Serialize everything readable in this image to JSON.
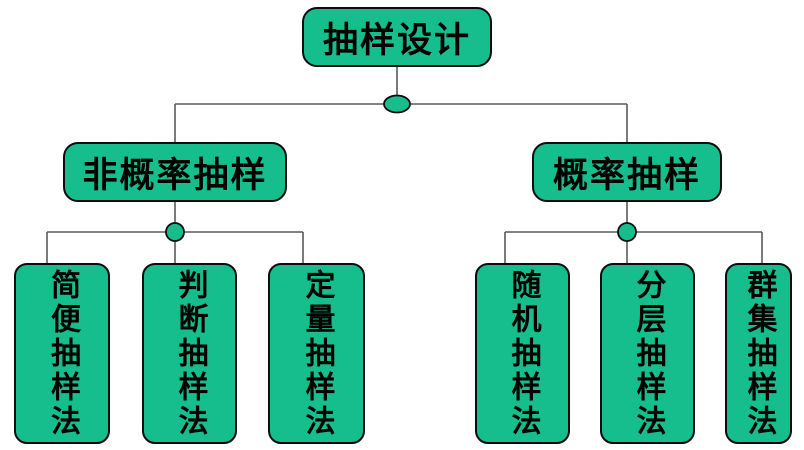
{
  "tree": {
    "root": {
      "label": "抽样设计"
    },
    "branches": [
      {
        "label": "非概率抽样",
        "children": [
          {
            "label": "简便抽样法"
          },
          {
            "label": "判断抽样法"
          },
          {
            "label": "定量抽样法"
          }
        ]
      },
      {
        "label": "概率抽样",
        "children": [
          {
            "label": "随机抽样法"
          },
          {
            "label": "分层抽样法"
          },
          {
            "label": "群集抽样法"
          }
        ]
      }
    ]
  },
  "colors": {
    "node_fill": "#16bd8d",
    "node_border": "#0c0c0c",
    "connector_line": "#5a5a5a",
    "text": "#000000",
    "background": "#ffffff"
  }
}
